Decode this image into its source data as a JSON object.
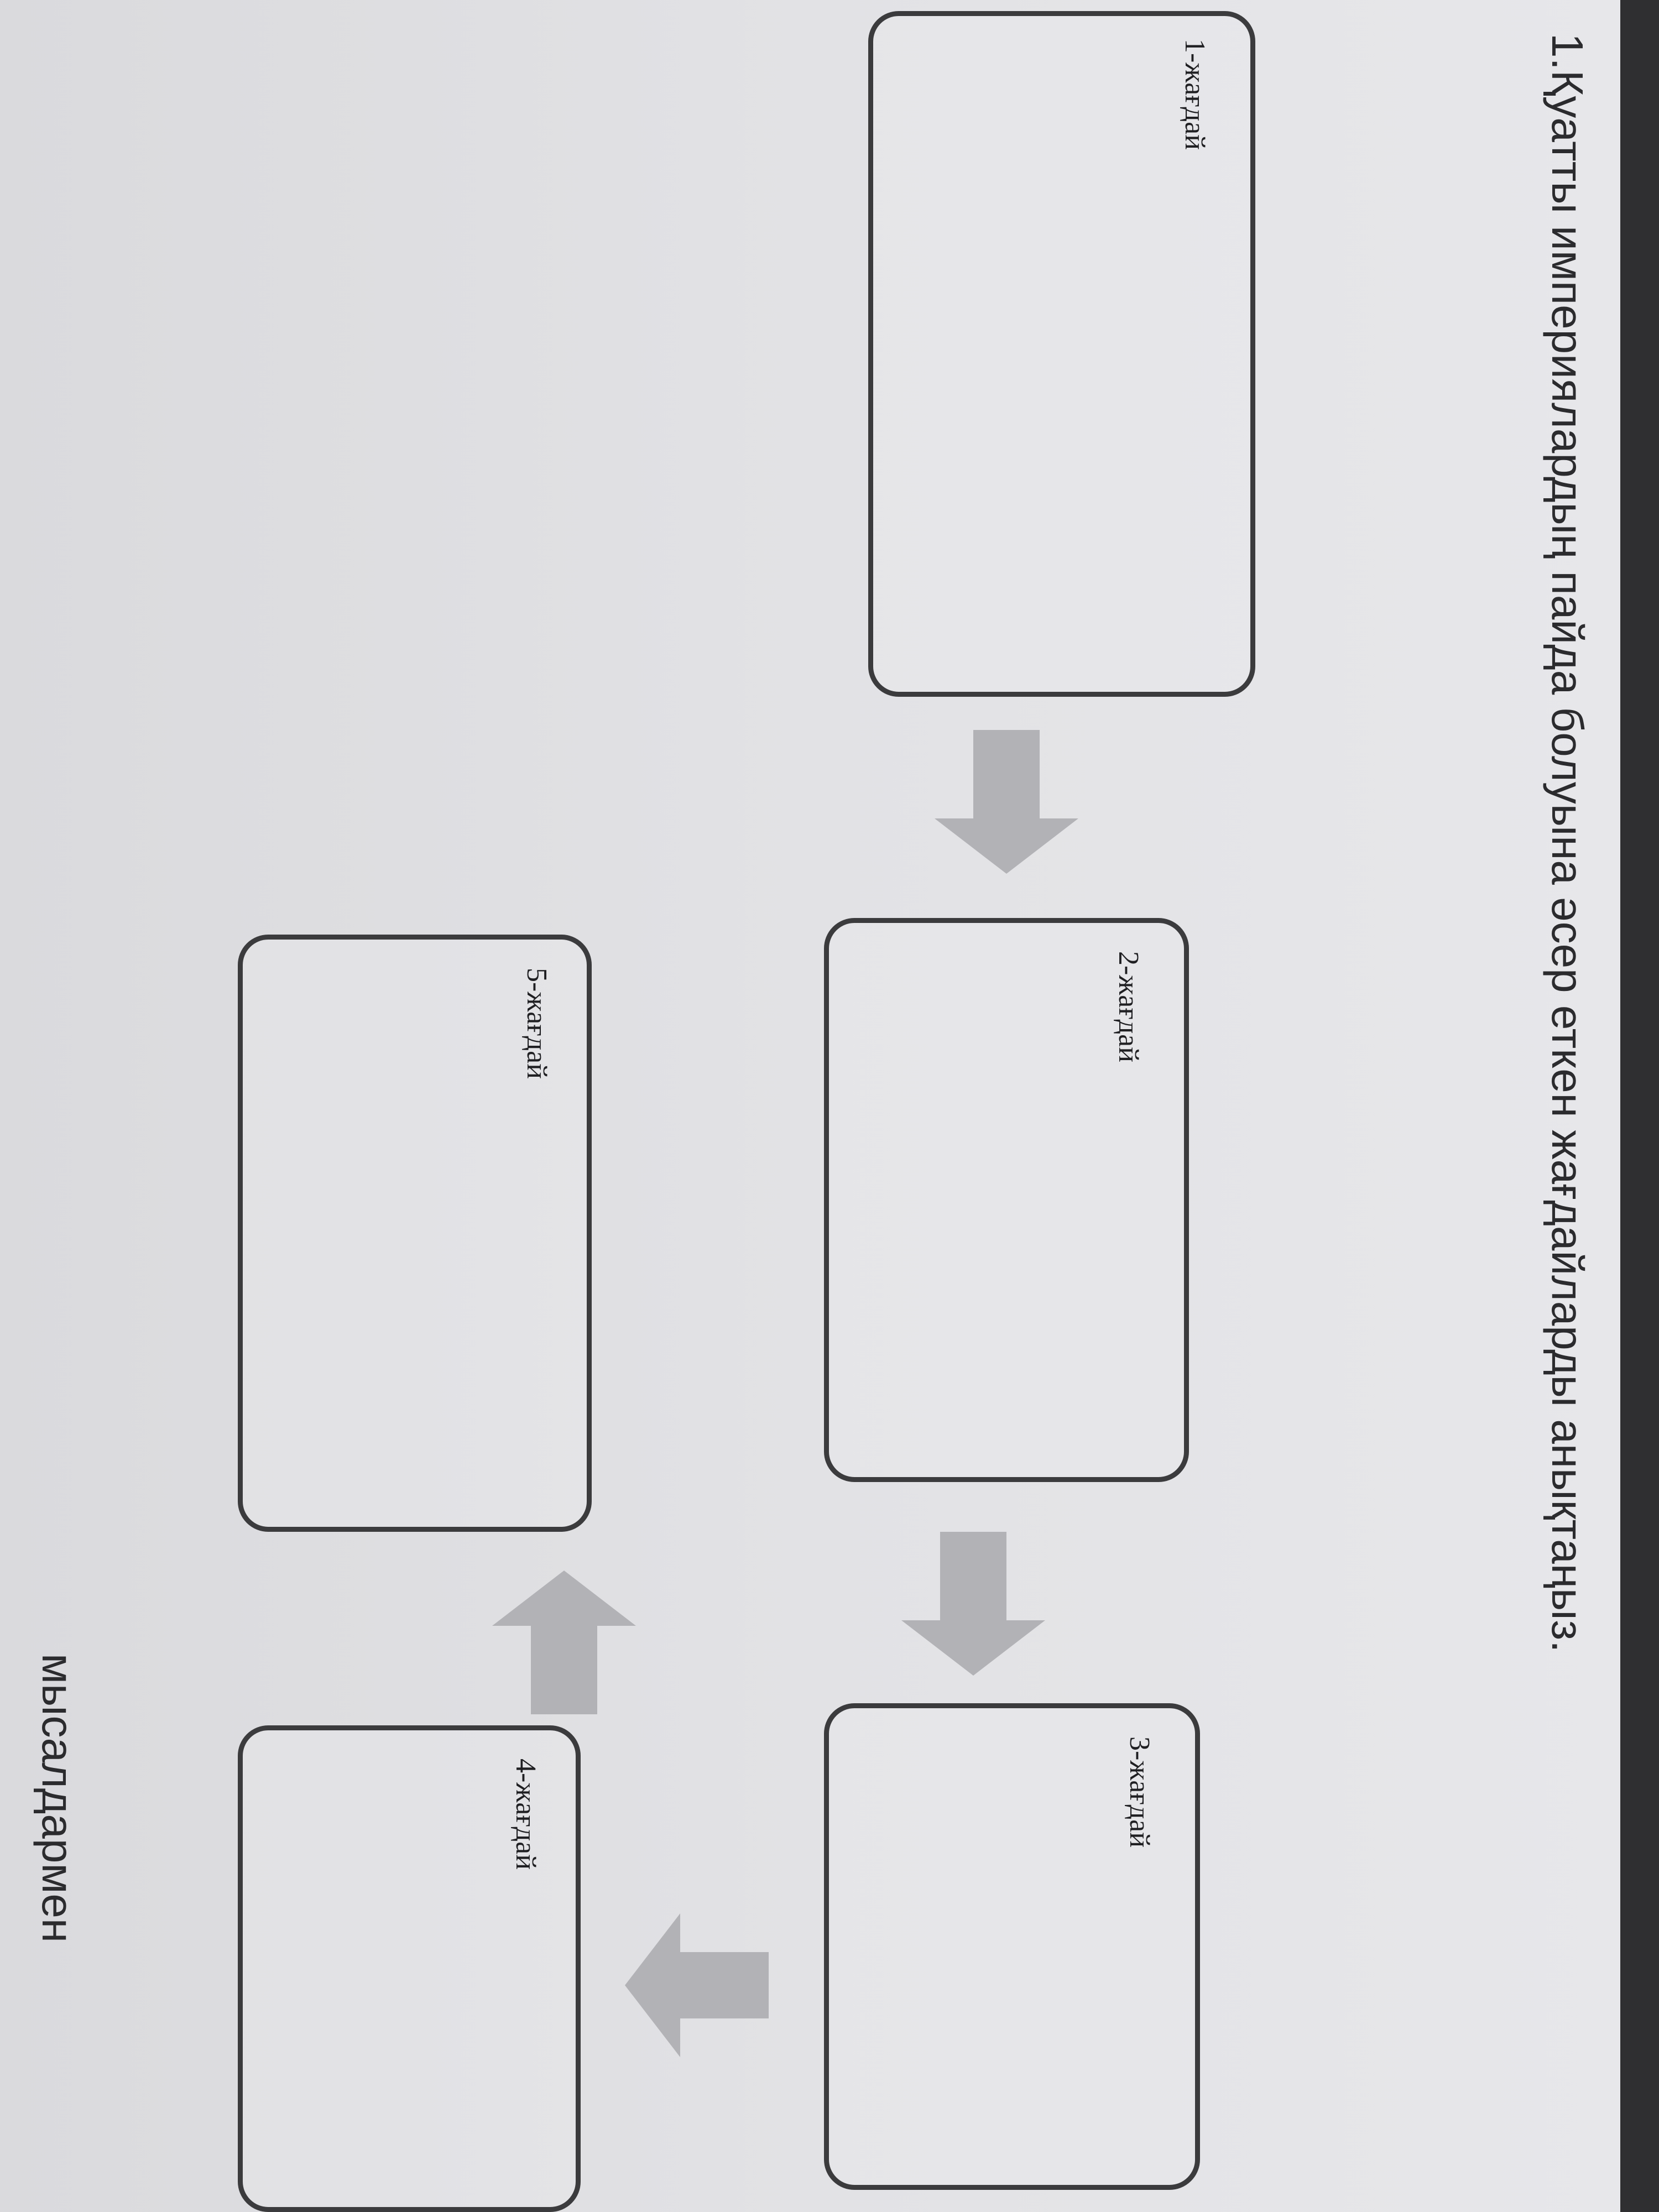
{
  "worksheet": {
    "title": "1.Қуатты империялардың пайда болуына әсер еткен жағдайларды анықтаңыз.",
    "boxes": [
      {
        "label": "1-жағдай"
      },
      {
        "label": "2-жағдай"
      },
      {
        "label": "3-жағдай"
      },
      {
        "label": "4-жағдай"
      },
      {
        "label": "5-жағдай"
      }
    ],
    "bottom_text": "мысалдармен"
  }
}
